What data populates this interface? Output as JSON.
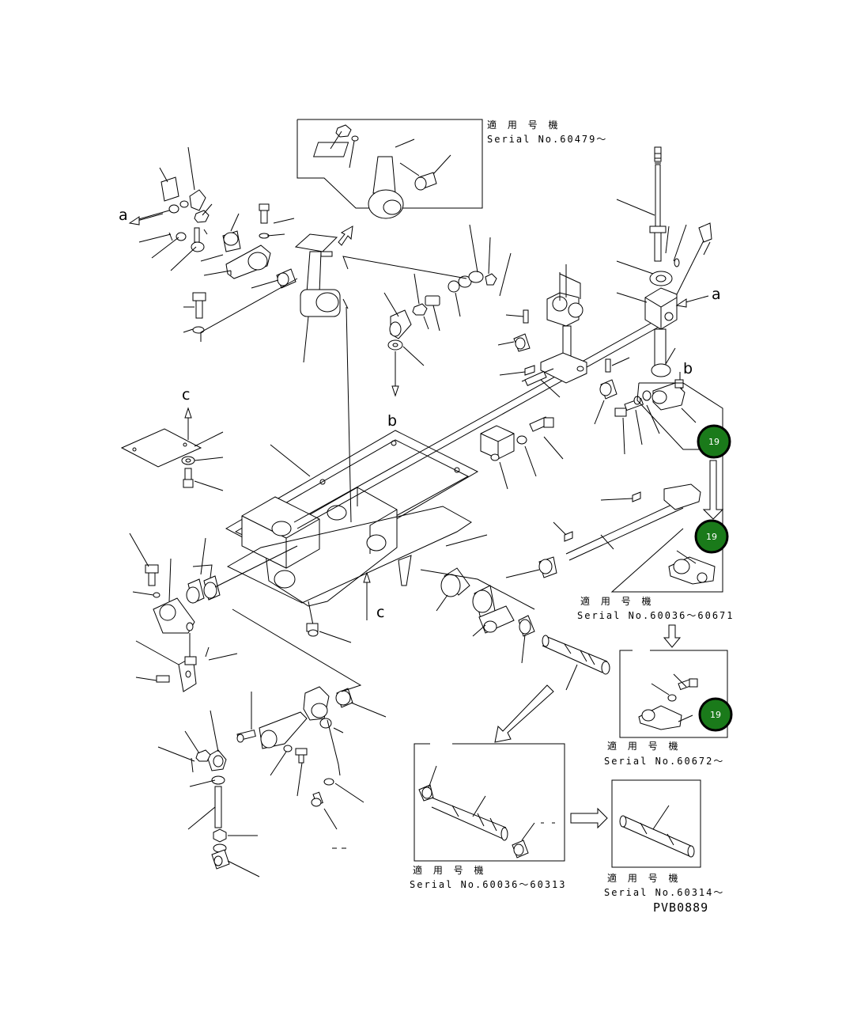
{
  "applicability_label": "適 用 号 機",
  "notes": {
    "top_inset": "Serial No.60479～",
    "right_mid": "Serial No.60036～60671",
    "right_lower": "Serial No.60672～",
    "bottom_left": "Serial No.60036～60313",
    "bottom_right": "Serial No.60314～"
  },
  "letters": {
    "a": "a",
    "b": "b",
    "c": "c"
  },
  "markers": [
    "19",
    "19",
    "19"
  ],
  "drawing_code": "PVB0889",
  "colors": {
    "marker_fill": "#1a7a1a",
    "marker_text": "#ffffff",
    "line": "#000000"
  }
}
